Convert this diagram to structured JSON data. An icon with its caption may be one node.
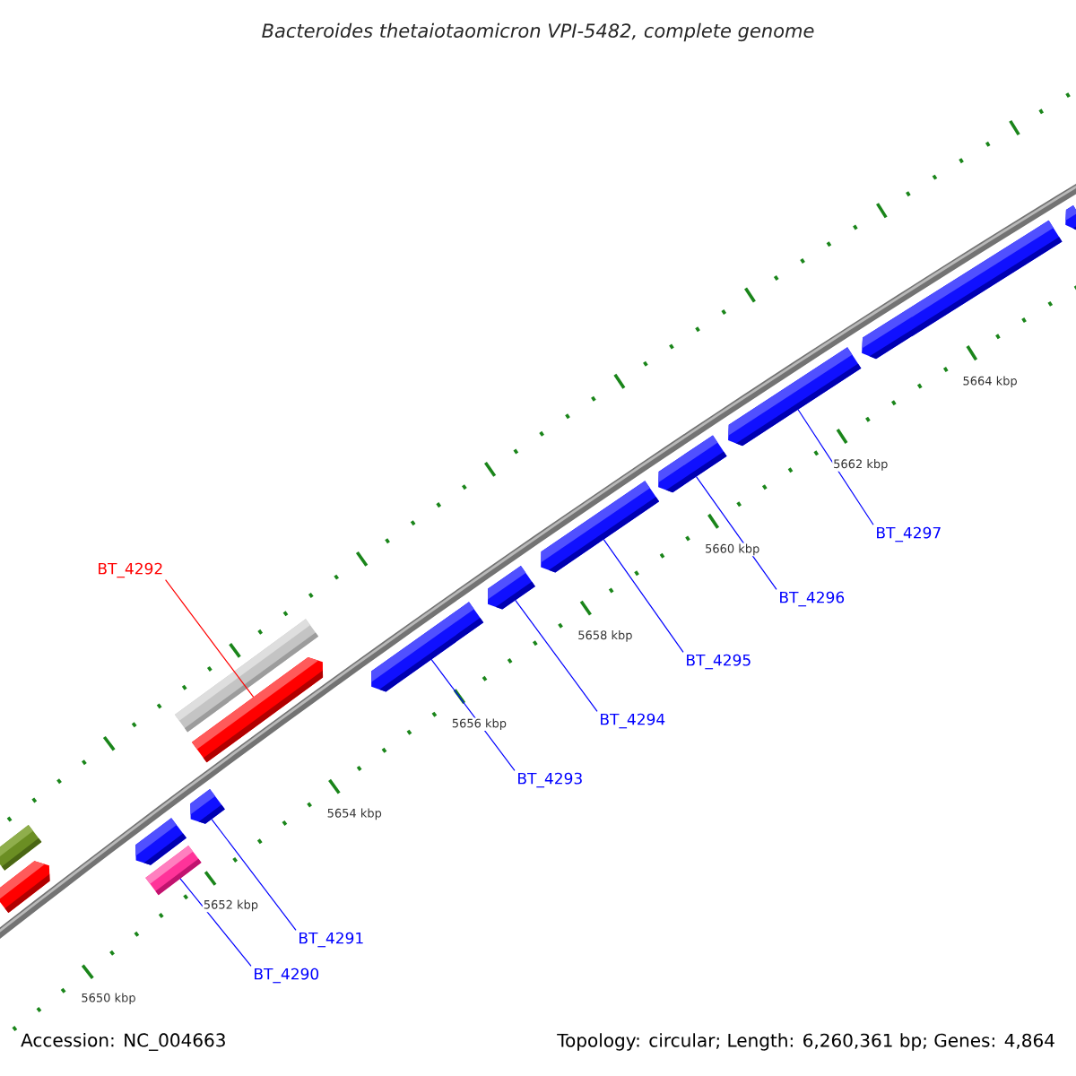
{
  "diagram": {
    "title": "Bacteroides thetaiotaomicron VPI-5482, complete genome",
    "nodes": [
      {
        "text": [],
        "shape": "bar"
      },
      {
        "text": [],
        "shape": "bar"
      },
      {
        "text": [],
        "shape": "bar"
      },
      {
        "text": [],
        "shape": "bar"
      },
      {
        "text": [],
        "shape": "bar"
      },
      {
        "text": [],
        "shape": "bar"
      },
      {
        "text": [],
        "shape": "bar"
      },
      {
        "text": [],
        "shape": "bar"
      },
      {
        "text": [],
        "shape": "bar"
      },
      {
        "text": [],
        "shape": "bar"
      },
      {
        "text": [],
        "shape": "bar"
      },
      {
        "text": [],
        "shape": "bar"
      },
      {
        "text": [],
        "shape": "bar"
      },
      {
        "text": [],
        "shape": "bar"
      },
      {
        "text": [
          "BT_4292"
        ]
      },
      {
        "text": [
          "BT_4290"
        ]
      },
      {
        "text": [
          "BT_4291"
        ]
      },
      {
        "text": [
          "BT_4293"
        ]
      },
      {
        "text": [
          "BT_4294"
        ]
      },
      {
        "text": [
          "BT_4295"
        ]
      },
      {
        "text": [
          "BT_4296"
        ]
      },
      {
        "text": [
          "BT_4297"
        ]
      }
    ],
    "edges": [
      {
        "from": 14,
        "to": 6,
        "arrow": "none",
        "color": "#ff0000"
      },
      {
        "from": 15,
        "to": 3,
        "arrow": "none"
      },
      {
        "from": 16,
        "to": 4,
        "arrow": "none"
      },
      {
        "from": 17,
        "to": 7,
        "arrow": "none"
      },
      {
        "from": 18,
        "to": 8,
        "arrow": "none"
      },
      {
        "from": 19,
        "to": 9,
        "arrow": "none"
      },
      {
        "from": 20,
        "to": 10,
        "arrow": "none"
      },
      {
        "from": 21,
        "to": 11,
        "arrow": "none"
      }
    ],
    "labels": [
      "5650 kbp",
      "5652 kbp",
      "5654 kbp",
      "5656 kbp",
      "5658 kbp",
      "5660 kbp",
      "5662 kbp",
      "5664 kbp",
      "Accession: NC_004663",
      "Topology: circular; Length: 6,260,361 bp; Genes: 4,864"
    ]
  }
}
